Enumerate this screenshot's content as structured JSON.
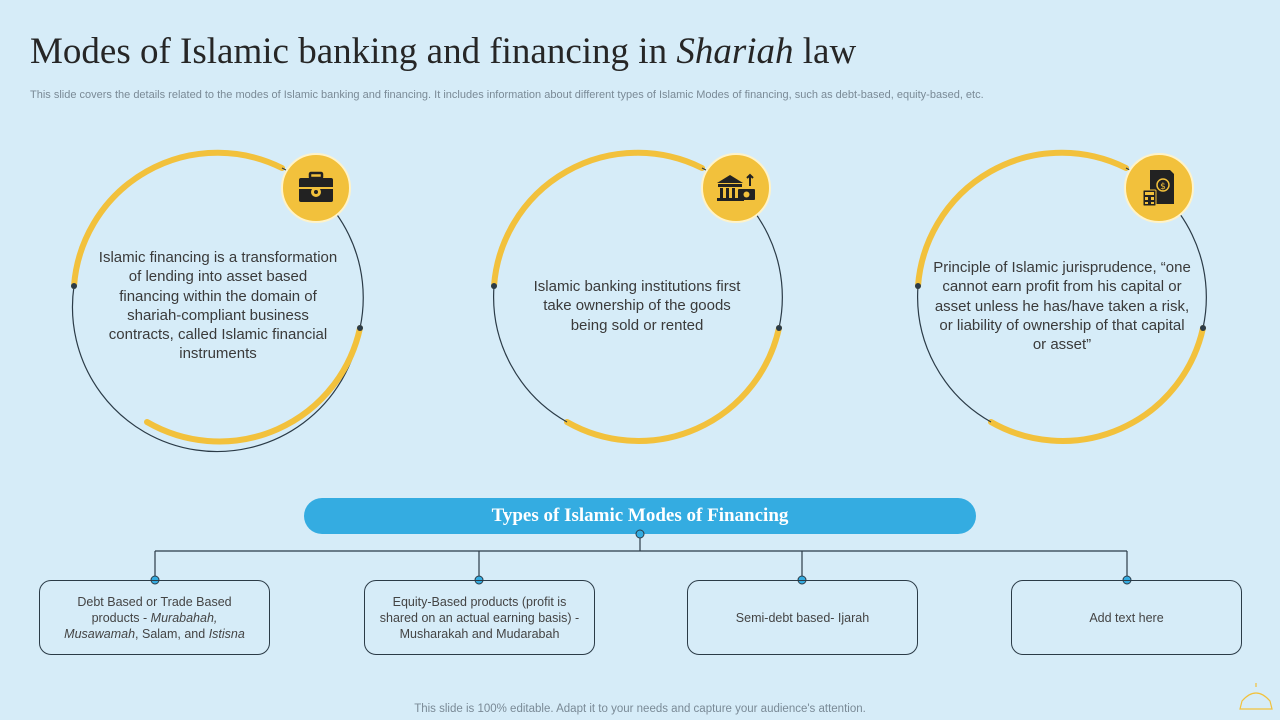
{
  "slide": {
    "title_main": "Modes of Islamic banking and financing in ",
    "title_italic": "Shariah",
    "title_end": " law",
    "subtitle": "This slide covers the details related to the modes of Islamic banking and financing. It includes information about different types of Islamic Modes of financing, such as debt-based, equity-based, etc.",
    "footer": "This slide is 100% editable. Adapt it to your needs and capture your audience's attention."
  },
  "circles": [
    {
      "icon": "briefcase-gear-icon",
      "text": "Islamic financing is a transformation of lending into asset based financing within the domain of shariah-compliant business contracts, called Islamic financial instruments"
    },
    {
      "icon": "bank-money-icon",
      "text": "Islamic banking institutions first take ownership of the goods being sold or rented"
    },
    {
      "icon": "document-calculator-icon",
      "text": "Principle of Islamic jurisprudence, “one cannot earn profit from his capital or asset unless he has/have taken a risk, or liability of ownership of that capital or asset”"
    }
  ],
  "banner": {
    "label": "Types of Islamic Modes of Financing"
  },
  "types": [
    {
      "line1": "Debt Based or Trade Based products - ",
      "italic1": "Murabahah, Musawamah",
      "mid": ",  Salam, and ",
      "italic2": "Istisna"
    },
    {
      "text": "Equity-Based products (profit is shared on an actual earning basis) - Musharakah and Mudarabah"
    },
    {
      "text": "Semi-debt based- Ijarah"
    },
    {
      "text": "Add text here"
    }
  ],
  "colors": {
    "background": "#d6ecf8",
    "accent_yellow": "#f2c13c",
    "banner_blue": "#34ace1",
    "line_dark": "#2b3b47"
  }
}
